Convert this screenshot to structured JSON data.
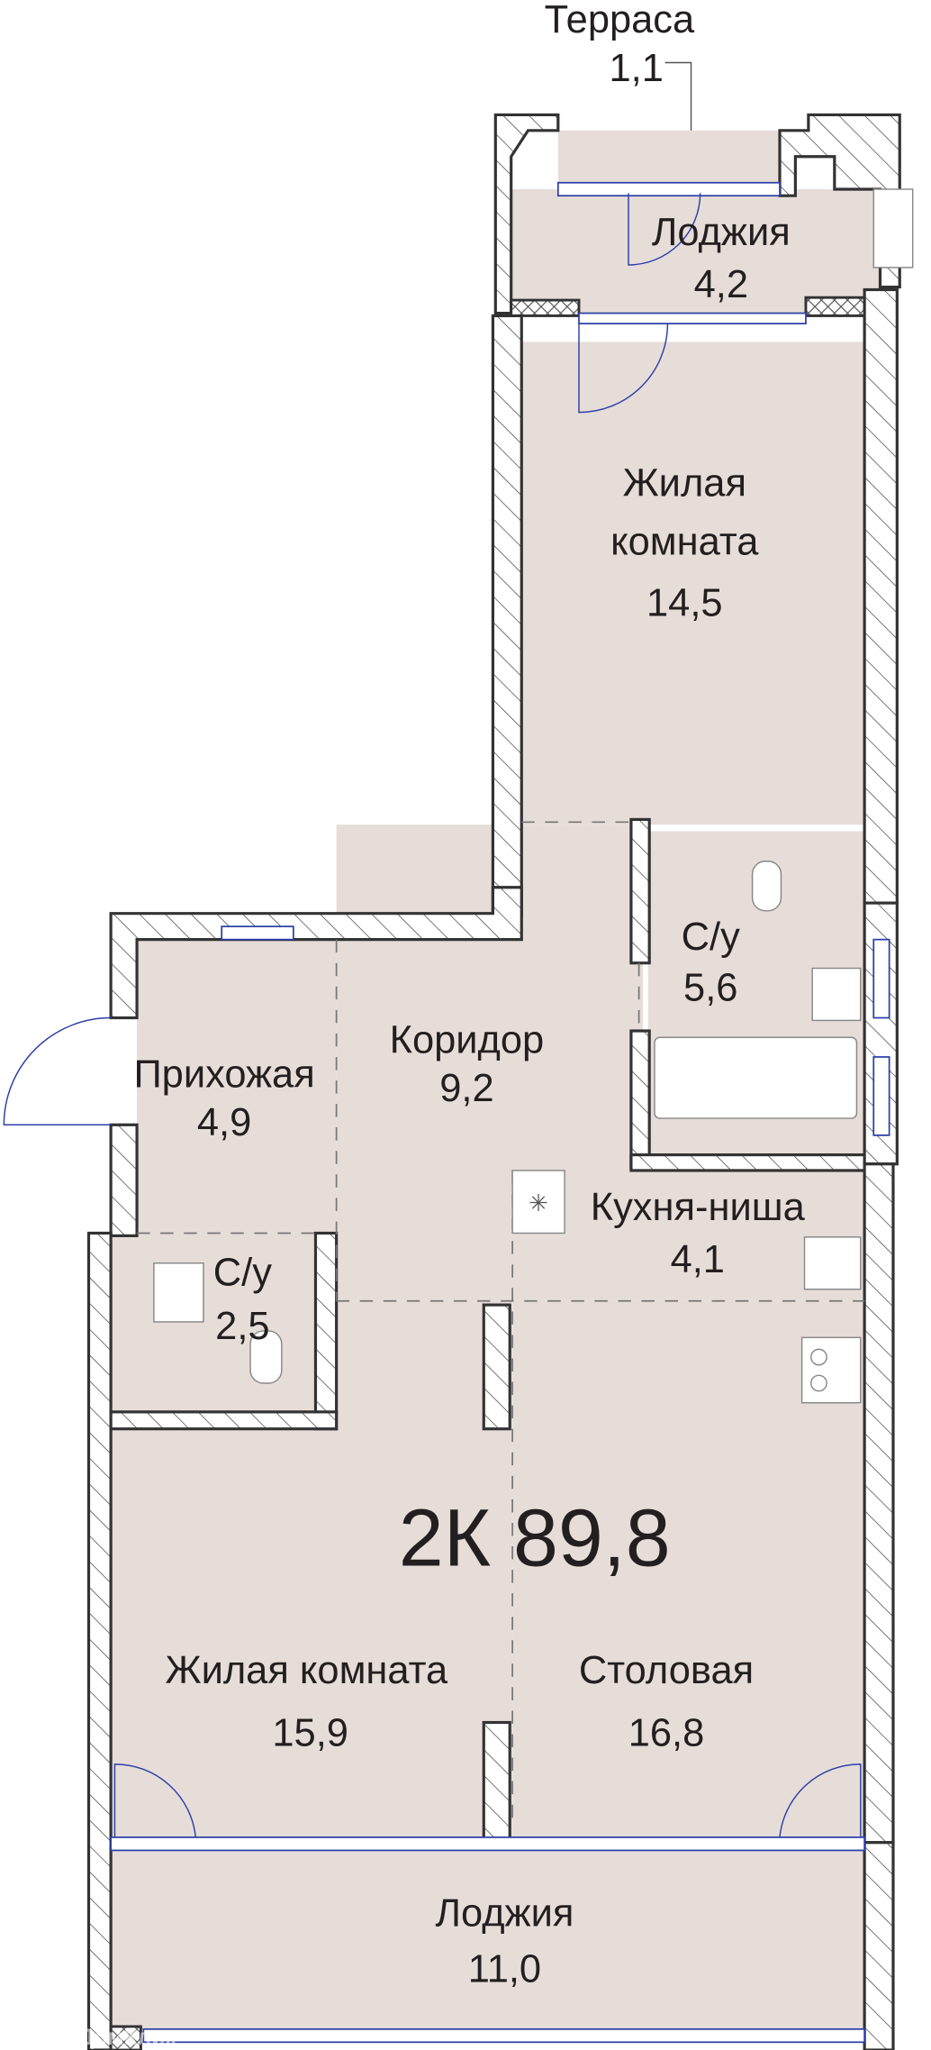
{
  "plan": {
    "summary": "2К 89,8",
    "rooms": [
      {
        "name": "Терраса",
        "area": "1,1"
      },
      {
        "name": "Лоджия",
        "area": "4,2"
      },
      {
        "name_line1": "Жилая",
        "name_line2": "комната",
        "area": "14,5"
      },
      {
        "name": "С/у",
        "area": "5,6"
      },
      {
        "name": "Коридор",
        "area": "9,2"
      },
      {
        "name": "Прихожая",
        "area": "4,9"
      },
      {
        "name": "С/у",
        "area": "2,5"
      },
      {
        "name": "Кухня-ниша",
        "area": "4,1"
      },
      {
        "name": "Жилая комната",
        "area": "15,9"
      },
      {
        "name": "Столовая",
        "area": "16,8"
      },
      {
        "name": "Лоджия",
        "area": "11,0"
      }
    ],
    "watermark": "ДомКлик",
    "colors": {
      "floor": "#e6ddd8",
      "wall": "#333333",
      "window": "#2b3fa8"
    }
  }
}
